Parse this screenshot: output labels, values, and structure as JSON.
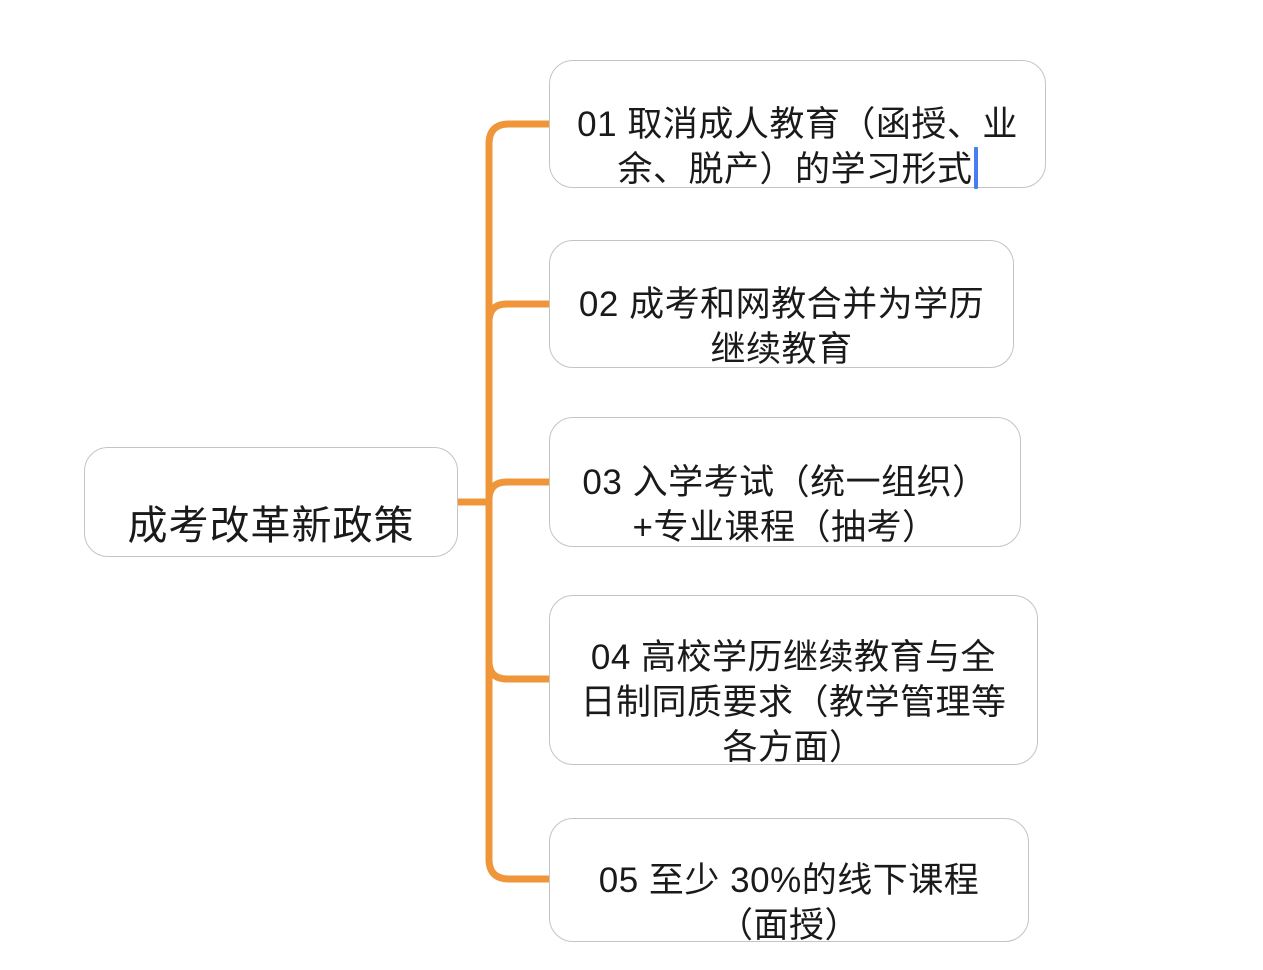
{
  "root": {
    "text": "成考改革新政策"
  },
  "nodes": [
    {
      "lines": [
        "01 取消成人教育（函授、业",
        "余、脱产）的学习形式"
      ],
      "editing": true
    },
    {
      "lines": [
        "02 成考和网教合并为学历",
        "继续教育"
      ],
      "editing": false
    },
    {
      "lines": [
        "03 入学考试（统一组织）",
        "+专业课程（抽考）"
      ],
      "editing": false
    },
    {
      "lines": [
        "04 高校学历继续教育与全",
        "日制同质要求（教学管理等",
        "各方面）"
      ],
      "editing": false
    },
    {
      "lines": [
        "05 至少 30%的线下课程",
        "（面授）"
      ],
      "editing": false
    }
  ],
  "colors": {
    "connector_orange": "#F0963A",
    "node_border_gray": "#C4C4C4",
    "text_black": "#1A1A1A",
    "cursor_blue": "#4B7CF7",
    "background_white": "#FFFFFF"
  }
}
